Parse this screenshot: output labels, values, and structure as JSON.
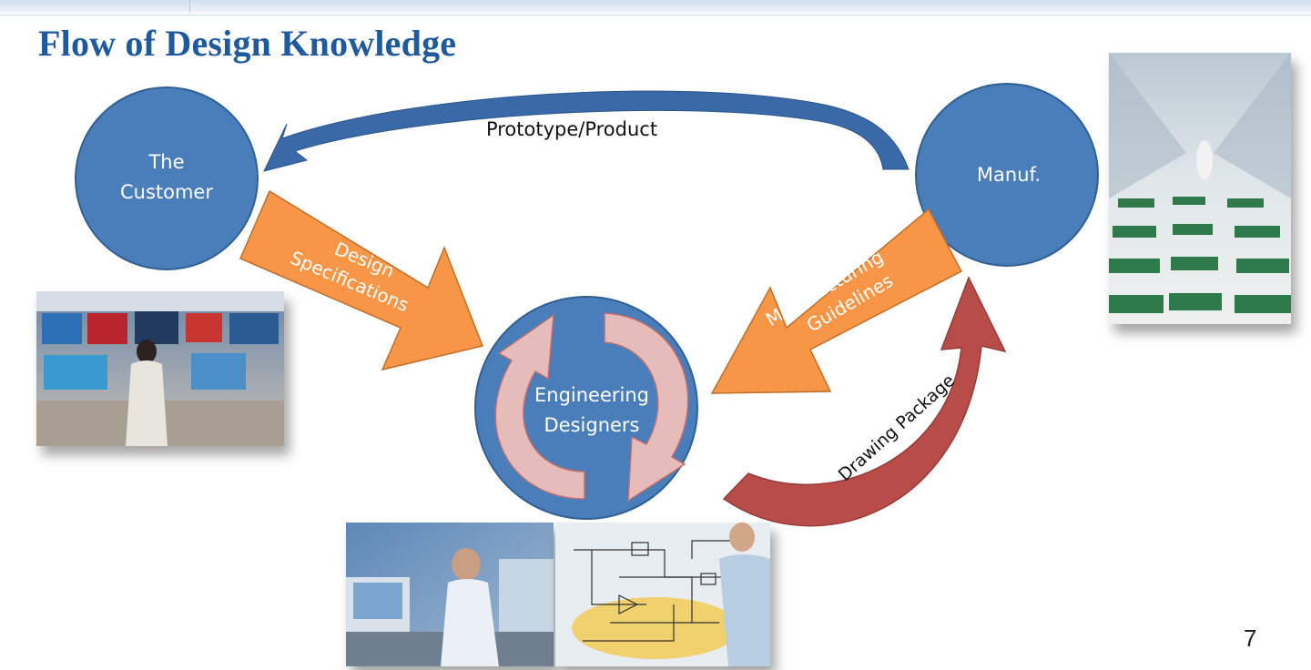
{
  "slide": {
    "title": "Flow of Design Knowledge",
    "page_number": "7"
  },
  "nodes": {
    "customer": {
      "line1": "The",
      "line2": "Customer"
    },
    "manufacturing": {
      "label": "Manuf."
    },
    "engineers": {
      "line1": "Engineering",
      "line2": "Designers"
    }
  },
  "edges": {
    "prototype": {
      "label": "Prototype/Product"
    },
    "design_specs": {
      "line1": "Design",
      "line2": "Specifications"
    },
    "mfg_guidelines": {
      "line1": "Manufacturing",
      "line2": "Guidelines"
    },
    "drawing_package": {
      "label": "Drawing Package"
    }
  },
  "colors": {
    "title": "#1f5a9e",
    "node_fill": "#4a7ebb",
    "node_stroke": "#2f5f93",
    "orange_arrow": "#f79646",
    "orange_stroke": "#c06e2a",
    "blue_arrow": "#3a69a8",
    "red_arrow": "#c0504d",
    "cycle_arrow": "#f4b4b0"
  },
  "icons": [
    "retail-store-photo",
    "factory-line-photo",
    "engineer-desk-photo",
    "circuit-sketch-photo"
  ]
}
